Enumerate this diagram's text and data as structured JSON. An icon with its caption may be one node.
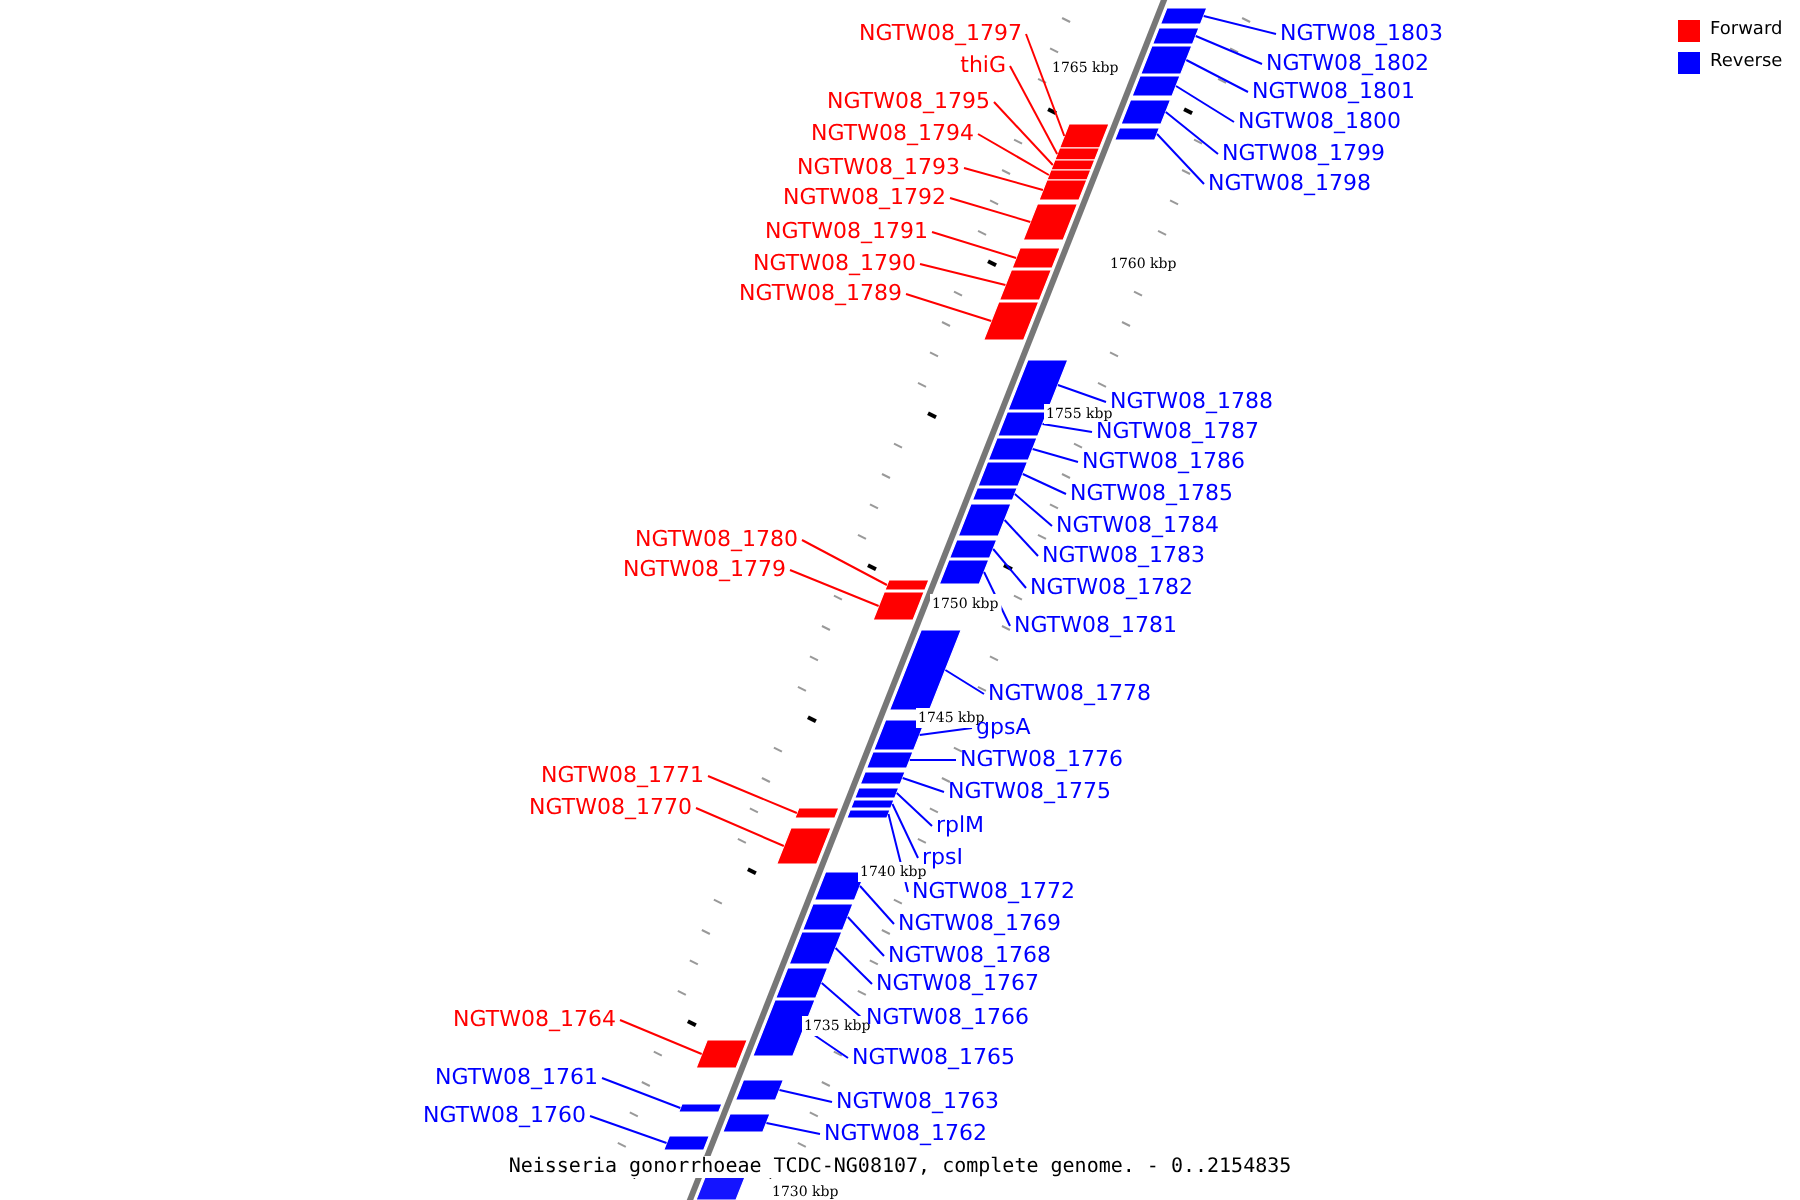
{
  "diagram": {
    "caption": "Neisseria gonorrhoeae TCDC-NG08107, complete genome. - 0..2154835",
    "nodes": [
      {
        "text": [
          "NGTW08_1797"
        ]
      },
      {
        "text": [
          "NGTW08_1803"
        ]
      },
      {
        "text": [
          "NGTW08_1802"
        ]
      },
      {
        "text": [
          "thiG"
        ]
      },
      {
        "text": [
          "NGTW08_1801"
        ]
      },
      {
        "text": [
          "NGTW08_1795"
        ]
      },
      {
        "text": [
          "NGTW08_1800"
        ]
      },
      {
        "text": [
          "NGTW08_1794"
        ]
      },
      {
        "text": [
          "NGTW08_1799"
        ]
      },
      {
        "text": [
          "NGTW08_1793"
        ]
      },
      {
        "text": [
          "NGTW08_1798"
        ]
      },
      {
        "text": [
          "NGTW08_1792"
        ]
      },
      {
        "text": [
          "NGTW08_1791"
        ]
      },
      {
        "text": [
          "NGTW08_1790"
        ]
      },
      {
        "text": [
          "NGTW08_1789"
        ]
      },
      {
        "text": [
          "NGTW08_1788"
        ]
      },
      {
        "text": [
          "NGTW08_1787"
        ]
      },
      {
        "text": [
          "NGTW08_1786"
        ]
      },
      {
        "text": [
          "NGTW08_1785"
        ]
      },
      {
        "text": [
          "NGTW08_1784"
        ]
      },
      {
        "text": [
          "NGTW08_1780"
        ]
      },
      {
        "text": [
          "NGTW08_1783"
        ]
      },
      {
        "text": [
          "NGTW08_1779"
        ]
      },
      {
        "text": [
          "NGTW08_1782"
        ]
      },
      {
        "text": [
          "NGTW08_1781"
        ]
      },
      {
        "text": [
          "NGTW08_1778"
        ]
      },
      {
        "text": [
          "gpsA"
        ]
      },
      {
        "text": [
          "NGTW08_1776"
        ]
      },
      {
        "text": [
          "NGTW08_1771"
        ]
      },
      {
        "text": [
          "NGTW08_1775"
        ]
      },
      {
        "text": [
          "NGTW08_1770"
        ]
      },
      {
        "text": [
          "rplM"
        ]
      },
      {
        "text": [
          "rpsI"
        ]
      },
      {
        "text": [
          "NGTW08_1772"
        ]
      },
      {
        "text": [
          "NGTW08_1769"
        ]
      },
      {
        "text": [
          "NGTW08_1768"
        ]
      },
      {
        "text": [
          "NGTW08_1767"
        ]
      },
      {
        "text": [
          "NGTW08_1766"
        ]
      },
      {
        "text": [
          "NGTW08_1764"
        ]
      },
      {
        "text": [
          "NGTW08_1765"
        ]
      },
      {
        "text": [
          "NGTW08_1761"
        ]
      },
      {
        "text": [
          "NGTW08_1763"
        ]
      },
      {
        "text": [
          "NGTW08_1760"
        ]
      },
      {
        "text": [
          "NGTW08_1762"
        ]
      },
      {
        "text": [],
        "shape": "bar"
      },
      {
        "text": [],
        "shape": "bar"
      },
      {
        "text": [],
        "shape": "bar"
      },
      {
        "text": [],
        "shape": "bar"
      },
      {
        "text": [],
        "shape": "bar"
      },
      {
        "text": [],
        "shape": "bar"
      },
      {
        "text": [],
        "shape": "bar"
      },
      {
        "text": [],
        "shape": "bar"
      },
      {
        "text": [],
        "shape": "bar"
      },
      {
        "text": [],
        "shape": "bar"
      },
      {
        "text": [],
        "shape": "bar"
      },
      {
        "text": [],
        "shape": "bar"
      },
      {
        "text": [],
        "shape": "bar"
      },
      {
        "text": [],
        "shape": "bar"
      },
      {
        "text": [],
        "shape": "bar"
      },
      {
        "text": [],
        "shape": "bar"
      },
      {
        "text": [],
        "shape": "bar"
      },
      {
        "text": [],
        "shape": "bar"
      },
      {
        "text": [],
        "shape": "bar"
      },
      {
        "text": [],
        "shape": "bar"
      },
      {
        "text": [],
        "shape": "bar"
      },
      {
        "text": [],
        "shape": "bar"
      },
      {
        "text": [],
        "shape": "bar"
      },
      {
        "text": [],
        "shape": "bar"
      },
      {
        "text": [],
        "shape": "bar"
      },
      {
        "text": [],
        "shape": "bar"
      },
      {
        "text": [],
        "shape": "bar"
      },
      {
        "text": [],
        "shape": "bar"
      },
      {
        "text": [],
        "shape": "bar"
      },
      {
        "text": [],
        "shape": "bar"
      },
      {
        "text": [],
        "shape": "bar"
      },
      {
        "text": [],
        "shape": "bar"
      },
      {
        "text": [],
        "shape": "bar"
      },
      {
        "text": [],
        "shape": "bar"
      },
      {
        "text": [],
        "shape": "bar"
      },
      {
        "text": [],
        "shape": "bar"
      },
      {
        "text": [],
        "shape": "bar"
      },
      {
        "text": [],
        "shape": "bar"
      },
      {
        "text": [],
        "shape": "bar"
      },
      {
        "text": [],
        "shape": "bar"
      },
      {
        "text": [],
        "shape": "bar"
      },
      {
        "text": [],
        "shape": "bar"
      },
      {
        "text": [],
        "shape": "bar"
      },
      {
        "text": [],
        "shape": "bar"
      }
    ],
    "edges": [
      {
        "from": 0,
        "to": 44,
        "arrow": "none",
        "color": "#ff0000"
      },
      {
        "from": 1,
        "to": 45,
        "arrow": "none"
      },
      {
        "from": 2,
        "to": 46,
        "arrow": "none"
      },
      {
        "from": 3,
        "to": 47,
        "arrow": "none",
        "color": "#ff0000"
      },
      {
        "from": 4,
        "to": 48,
        "arrow": "none"
      },
      {
        "from": 5,
        "to": 49,
        "arrow": "none",
        "color": "#ff0000"
      },
      {
        "from": 6,
        "to": 50,
        "arrow": "none"
      },
      {
        "from": 7,
        "to": 51,
        "arrow": "none",
        "color": "#ff0000"
      },
      {
        "from": 8,
        "to": 52,
        "arrow": "none"
      },
      {
        "from": 9,
        "to": 53,
        "arrow": "none",
        "color": "#ff0000"
      },
      {
        "from": 10,
        "to": 54,
        "arrow": "none"
      },
      {
        "from": 11,
        "to": 55,
        "arrow": "none",
        "color": "#ff0000"
      },
      {
        "from": 12,
        "to": 56,
        "arrow": "none",
        "color": "#ff0000"
      },
      {
        "from": 13,
        "to": 57,
        "arrow": "none",
        "color": "#ff0000"
      },
      {
        "from": 14,
        "to": 58,
        "arrow": "none",
        "color": "#ff0000"
      },
      {
        "from": 15,
        "to": 59,
        "arrow": "none"
      },
      {
        "from": 16,
        "to": 60,
        "arrow": "none"
      },
      {
        "from": 17,
        "to": 61,
        "arrow": "none"
      },
      {
        "from": 18,
        "to": 62,
        "arrow": "none"
      },
      {
        "from": 19,
        "to": 63,
        "arrow": "none"
      },
      {
        "from": 20,
        "to": 64,
        "arrow": "none",
        "color": "#ff0000"
      },
      {
        "from": 21,
        "to": 65,
        "arrow": "none"
      },
      {
        "from": 22,
        "to": 66,
        "arrow": "none",
        "color": "#ff0000"
      },
      {
        "from": 23,
        "to": 67,
        "arrow": "none"
      },
      {
        "from": 24,
        "to": 68,
        "arrow": "none"
      },
      {
        "from": 25,
        "to": 69,
        "arrow": "none"
      },
      {
        "from": 26,
        "to": 70,
        "arrow": "none"
      },
      {
        "from": 27,
        "to": 71,
        "arrow": "none"
      },
      {
        "from": 28,
        "to": 72,
        "arrow": "none",
        "color": "#ff0000"
      },
      {
        "from": 29,
        "to": 73,
        "arrow": "none"
      },
      {
        "from": 30,
        "to": 74,
        "arrow": "none",
        "color": "#ff0000"
      },
      {
        "from": 31,
        "to": 75,
        "arrow": "none"
      },
      {
        "from": 32,
        "to": 76,
        "arrow": "none"
      },
      {
        "from": 33,
        "to": 77,
        "arrow": "none"
      },
      {
        "from": 34,
        "to": 78,
        "arrow": "none"
      },
      {
        "from": 35,
        "to": 79,
        "arrow": "none"
      },
      {
        "from": 36,
        "to": 80,
        "arrow": "none"
      },
      {
        "from": 37,
        "to": 81,
        "arrow": "none"
      },
      {
        "from": 38,
        "to": 82,
        "arrow": "none",
        "color": "#ff0000"
      },
      {
        "from": 39,
        "to": 83,
        "arrow": "none"
      },
      {
        "from": 40,
        "to": 84,
        "arrow": "none"
      },
      {
        "from": 41,
        "to": 85,
        "arrow": "none"
      },
      {
        "from": 42,
        "to": 86,
        "arrow": "none"
      },
      {
        "from": 43,
        "to": 87,
        "arrow": "none"
      }
    ],
    "labels": [
      "1765 kbp",
      "1760 kbp",
      "1755 kbp",
      "1750 kbp",
      "1745 kbp",
      "1740 kbp",
      "1735 kbp",
      "1730 kbp"
    ],
    "legend": [
      {
        "text": "Forward",
        "color": "#ff0000"
      },
      {
        "text": "Reverse",
        "color": "#0000ff"
      }
    ]
  }
}
